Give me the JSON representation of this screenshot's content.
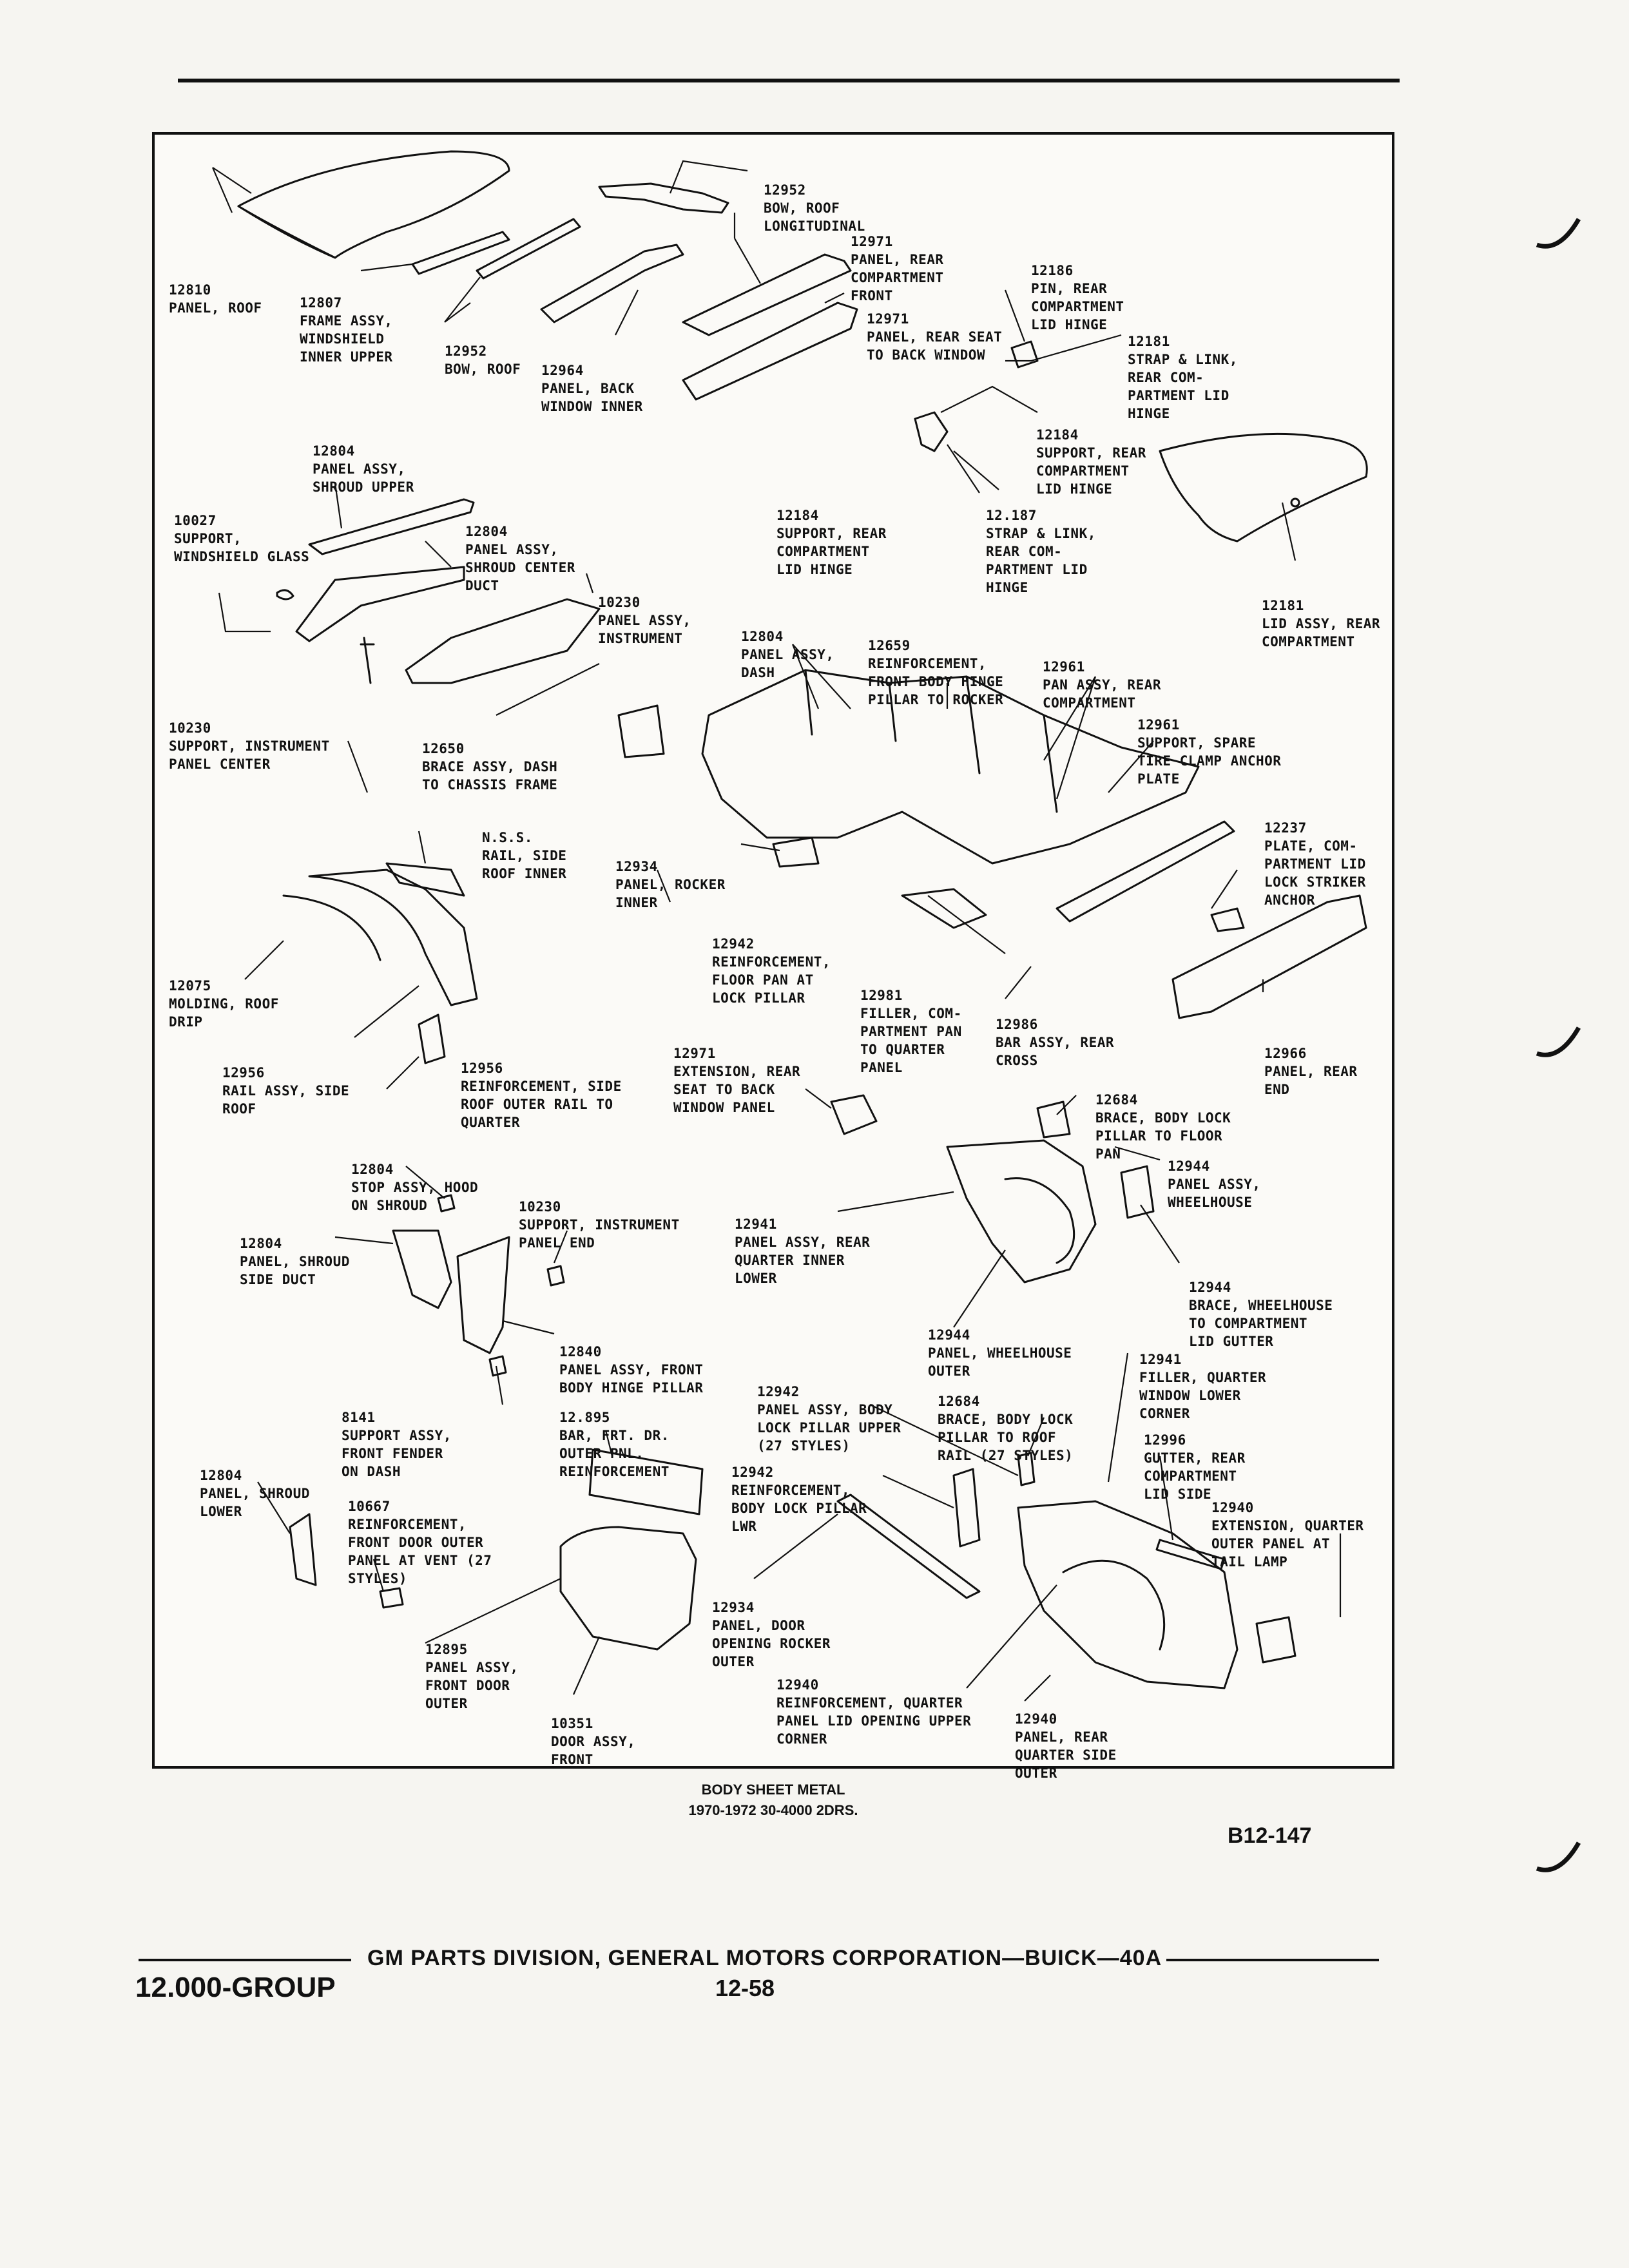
{
  "labels": {
    "roof_panel": [
      "12810",
      "PANEL, ROOF"
    ],
    "frame_windshield": [
      "12807",
      "FRAME ASSY,",
      "WINDSHIELD",
      "INNER UPPER"
    ],
    "bow_roof": [
      "12952",
      "BOW, ROOF"
    ],
    "bow_roof_long": [
      "12952",
      "BOW, ROOF",
      "LONGITUDINAL"
    ],
    "back_window_inner": [
      "12964",
      "PANEL, BACK",
      "WINDOW INNER"
    ],
    "rear_comp_front": [
      "12971",
      "PANEL, REAR",
      "COMPARTMENT",
      "FRONT"
    ],
    "rear_seat_back": [
      "12971",
      "PANEL, REAR SEAT",
      "TO BACK WINDOW"
    ],
    "pin_lid_hinge": [
      "12186",
      "PIN, REAR",
      "COMPARTMENT",
      "LID HINGE"
    ],
    "strap_link_right": [
      "12181",
      "STRAP & LINK,",
      "REAR COM-",
      "PARTMENT LID",
      "HINGE"
    ],
    "support_lid_hinge_r": [
      "12184",
      "SUPPORT, REAR",
      "COMPARTMENT",
      "LID HINGE"
    ],
    "support_lid_hinge_l": [
      "12184",
      "SUPPORT, REAR",
      "COMPARTMENT",
      "LID HINGE"
    ],
    "strap_link_left": [
      "12.187",
      "STRAP & LINK,",
      "REAR COM-",
      "PARTMENT LID",
      "HINGE"
    ],
    "lid_assy": [
      "12181",
      "LID ASSY, REAR",
      "COMPARTMENT"
    ],
    "shroud_upper": [
      "12804",
      "PANEL ASSY,",
      "SHROUD UPPER"
    ],
    "support_windshield": [
      "10027",
      "SUPPORT,",
      "WINDSHIELD GLASS"
    ],
    "shroud_center_duct": [
      "12804",
      "PANEL ASSY,",
      "SHROUD CENTER",
      "DUCT"
    ],
    "panel_instrument": [
      "10230",
      "PANEL ASSY,",
      "INSTRUMENT"
    ],
    "panel_dash": [
      "12804",
      "PANEL ASSY,",
      "DASH"
    ],
    "reinf_hinge_rocker": [
      "12659",
      "REINFORCEMENT,",
      "FRONT BODY HINGE",
      "PILLAR TO ROCKER"
    ],
    "pan_rear_comp": [
      "12961",
      "PAN ASSY, REAR",
      "COMPARTMENT"
    ],
    "support_spare": [
      "12961",
      "SUPPORT, SPARE",
      "TIRE CLAMP ANCHOR",
      "",
      "PLATE"
    ],
    "support_inst_center": [
      "10230",
      "SUPPORT, INSTRUMENT",
      "PANEL CENTER"
    ],
    "brace_dash": [
      "12650",
      "BRACE ASSY, DASH",
      "TO CHASSIS FRAME"
    ],
    "rail_side_roof": [
      "N.S.S.",
      "RAIL, SIDE",
      "ROOF INNER"
    ],
    "rocker_inner": [
      "12934",
      "PANEL, ROCKER",
      "INNER"
    ],
    "plate_striker": [
      "12237",
      "PLATE, COM-",
      "PARTMENT LID",
      "LOCK STRIKER",
      "ANCHOR"
    ],
    "molding_drip": [
      "12075",
      "MOLDING, ROOF",
      "DRIP"
    ],
    "reinf_floor_pan": [
      "12942",
      "REINFORCEMENT,",
      "FLOOR PAN AT",
      "LOCK PILLAR"
    ],
    "filler_comp_pan": [
      "12981",
      "FILLER, COM-",
      "PARTMENT PAN",
      "TO QUARTER",
      "PANEL"
    ],
    "bar_rear_cross": [
      "12986",
      "BAR ASSY, REAR",
      "CROSS"
    ],
    "rail_assy_side": [
      "12956",
      "RAIL ASSY, SIDE",
      "ROOF"
    ],
    "reinf_side_roof": [
      "12956",
      "REINFORCEMENT, SIDE",
      "ROOF OUTER RAIL TO",
      "QUARTER"
    ],
    "extension_rear_seat": [
      "12971",
      "EXTENSION, REAR",
      "SEAT TO BACK",
      "WINDOW PANEL"
    ],
    "panel_rear_end": [
      "12966",
      "PANEL, REAR",
      "END"
    ],
    "brace_lock_floor": [
      "12684",
      "BRACE, BODY LOCK",
      "PILLAR TO FLOOR",
      "PAN"
    ],
    "wheelhouse_assy": [
      "12944",
      "PANEL ASSY,",
      "WHEELHOUSE"
    ],
    "stop_hood": [
      "12804",
      "STOP ASSY, HOOD",
      "ON SHROUD"
    ],
    "support_inst_end": [
      "10230",
      "SUPPORT, INSTRUMENT",
      "PANEL END"
    ],
    "quarter_inner_lower": [
      "12941",
      "PANEL ASSY, REAR",
      "QUARTER INNER",
      "LOWER"
    ],
    "shroud_side_duct": [
      "12804",
      "PANEL, SHROUD",
      "SIDE DUCT"
    ],
    "brace_wheelhouse": [
      "12944",
      "BRACE, WHEELHOUSE",
      "TO COMPARTMENT",
      "LID GUTTER"
    ],
    "wheelhouse_outer": [
      "12944",
      "PANEL, WHEELHOUSE",
      "OUTER"
    ],
    "front_hinge_pillar": [
      "12840",
      "PANEL ASSY, FRONT",
      "BODY HINGE PILLAR"
    ],
    "filler_quarter_window": [
      "12941",
      "FILLER, QUARTER",
      "WINDOW LOWER",
      "CORNER"
    ],
    "lock_pillar_upper": [
      "12942",
      "PANEL ASSY, BODY",
      "LOCK PILLAR UPPER",
      "(27 STYLES)"
    ],
    "brace_lock_roof": [
      "12684",
      "BRACE, BODY LOCK",
      "PILLAR TO ROOF",
      "RAIL (27 STYLES)"
    ],
    "support_fender": [
      "8141",
      "SUPPORT ASSY,",
      "FRONT FENDER",
      "ON DASH"
    ],
    "bar_door_outer": [
      "12.895",
      "BAR, FRT. DR.",
      "OUTER PNL.",
      "REINFORCEMENT"
    ],
    "gutter_lid": [
      "12996",
      "GUTTER, REAR",
      "COMPARTMENT",
      "LID SIDE"
    ],
    "shroud_lower": [
      "12804",
      "PANEL, SHROUD",
      "LOWER"
    ],
    "reinf_door_vent": [
      "10667",
      "REINFORCEMENT,",
      "FRONT DOOR OUTER",
      "PANEL AT VENT (27",
      "STYLES)"
    ],
    "reinf_lock_lwr": [
      "12942",
      "REINFORCEMENT,",
      "BODY LOCK PILLAR",
      "LWR"
    ],
    "ext_quarter_tail": [
      "12940",
      "EXTENSION, QUARTER",
      "OUTER PANEL AT",
      "TAIL LAMP"
    ],
    "door_rocker_outer": [
      "12934",
      "PANEL, DOOR",
      "OPENING ROCKER",
      "OUTER"
    ],
    "door_outer": [
      "12895",
      "PANEL ASSY,",
      "FRONT DOOR",
      "OUTER"
    ],
    "reinf_quarter_lid": [
      "12940",
      "REINFORCEMENT, QUARTER",
      "PANEL LID OPENING UPPER",
      "CORNER"
    ],
    "quarter_side_outer": [
      "12940",
      "PANEL, REAR",
      "QUARTER SIDE",
      "OUTER"
    ],
    "door_front": [
      "10351",
      "DOOR ASSY,",
      "FRONT"
    ]
  },
  "caption": {
    "title": "BODY SHEET METAL",
    "subtitle": "1970-1972 30-4000 2DRS."
  },
  "figure_number": "B12-147",
  "footer": {
    "division": "GM PARTS DIVISION, GENERAL MOTORS CORPORATION—BUICK—40A",
    "group": "12.000-GROUP",
    "page": "12-58"
  }
}
